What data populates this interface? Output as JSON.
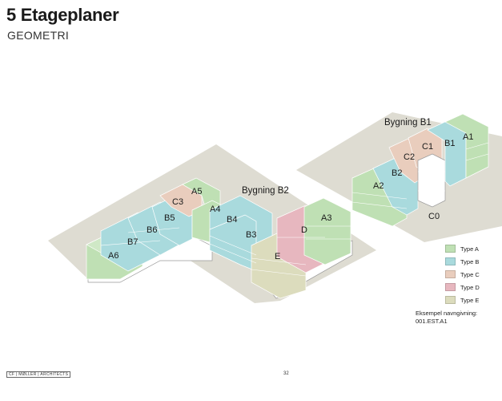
{
  "header": {
    "title": "5 Etageplaner",
    "subtitle": "GEOMETRI"
  },
  "buildings": {
    "b1": "Bygning B1",
    "b2": "Bygning B2"
  },
  "labels": {
    "A1": "A1",
    "B1": "B1",
    "C1": "C1",
    "C2": "C2",
    "B2": "B2",
    "A2": "A2",
    "C0": "C0",
    "A3": "A3",
    "D": "D",
    "E": "E",
    "B3": "B3",
    "B4": "B4",
    "A4": "A4",
    "A5": "A5",
    "C3": "C3",
    "B5": "B5",
    "B6": "B6",
    "B7": "B7",
    "A6": "A6"
  },
  "legend": [
    {
      "label": "Type A",
      "color": "#bfe0b4"
    },
    {
      "label": "Type B",
      "color": "#a9dadd"
    },
    {
      "label": "Type C",
      "color": "#e9cdbd"
    },
    {
      "label": "Type D",
      "color": "#e7b7bf"
    },
    {
      "label": "Type E",
      "color": "#dcdcbd"
    }
  ],
  "example": {
    "line1": "Eksempel navngivning:",
    "line2": "001.EST.A1"
  },
  "footer": {
    "logo": "CF | MØLLER | ARCHITECTS",
    "page": "32"
  },
  "colors": {
    "site": "#dedcd2",
    "typeA": "#bfe0b4",
    "typeB": "#a9dadd",
    "typeC": "#e9cdbd",
    "typeD": "#e7b7bf",
    "typeE": "#dcdcbd"
  }
}
